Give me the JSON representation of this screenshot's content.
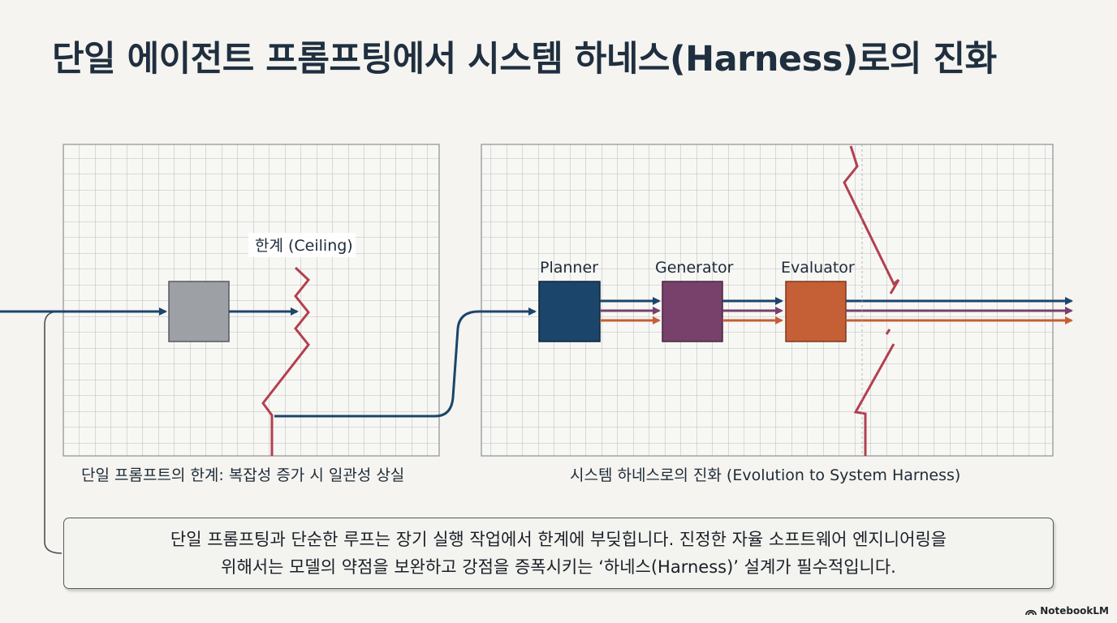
{
  "title": "단일 에이전트 프롬프팅에서 시스템 하네스(Harness)로의 진화",
  "left_panel": {
    "ceiling_label": "한계 (Ceiling)",
    "caption": "단일 프롬프트의 한계: 복잡성 증가 시 일관성 상실"
  },
  "right_panel": {
    "agents": [
      {
        "label": "Planner",
        "color": "#1b456b"
      },
      {
        "label": "Generator",
        "color": "#77416b"
      },
      {
        "label": "Evaluator",
        "color": "#c55f35"
      }
    ],
    "caption": "시스템 하네스로의 진화 (Evolution to System Harness)"
  },
  "colors": {
    "flow_blue": "#1b456b",
    "flow_purple": "#77416b",
    "flow_orange": "#c55f35",
    "ceiling_red": "#b2404f",
    "single_box_gray": "#9da1a6"
  },
  "summary": {
    "line1": "단일 프롬프팅과 단순한 루프는 장기 실행 작업에서 한계에 부딪힙니다. 진정한 자율 소프트웨어 엔지니어링을",
    "line2": "위해서는 모델의 약점을 보완하고 강점을 증폭시키는 ‘하네스(Harness)’ 설계가 필수적입니다."
  },
  "branding": {
    "logo_icon": "notebooklm-icon",
    "text": "NotebookLM"
  }
}
